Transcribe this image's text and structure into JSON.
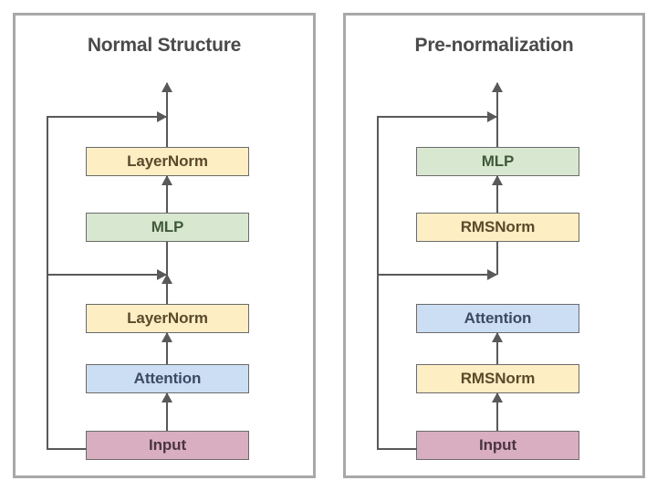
{
  "figure": {
    "background": "#ffffff",
    "line_color": "#595959",
    "panel_border_color": "#a8a8a8",
    "title_color": "#4a4a4a"
  },
  "palette": {
    "norm_fill": "#fdeec4",
    "norm_border": "#6b6b6b",
    "mlp_fill": "#d8e8d0",
    "attention_fill": "#ccdef4",
    "input_fill": "#d9aec1"
  },
  "panels": [
    {
      "id": "normal-structure",
      "title": "Normal Structure",
      "nodes": [
        {
          "label": "LayerNorm",
          "type": "norm",
          "color": "#fdeec4"
        },
        {
          "label": "MLP",
          "type": "mlp",
          "color": "#d8e8d0"
        },
        {
          "label": "LayerNorm",
          "type": "norm",
          "color": "#fdeec4"
        },
        {
          "label": "Attention",
          "type": "attention",
          "color": "#ccdef4"
        },
        {
          "label": "Input",
          "type": "input",
          "color": "#d9aec1"
        }
      ],
      "residual_connections": [
        {
          "from": "Input",
          "to": "post-MLP-output"
        },
        {
          "from": "Input",
          "to": "post-Attention-output"
        }
      ]
    },
    {
      "id": "pre-normalization",
      "title": "Pre-normalization",
      "nodes": [
        {
          "label": "MLP",
          "type": "mlp",
          "color": "#d8e8d0"
        },
        {
          "label": "RMSNorm",
          "type": "norm",
          "color": "#fdeec4"
        },
        {
          "label": "Attention",
          "type": "attention",
          "color": "#ccdef4"
        },
        {
          "label": "RMSNorm",
          "type": "norm",
          "color": "#fdeec4"
        },
        {
          "label": "Input",
          "type": "input",
          "color": "#d9aec1"
        }
      ],
      "residual_connections": [
        {
          "from": "Input",
          "to": "post-MLP-output"
        },
        {
          "from": "Input",
          "to": "post-Attention-output"
        }
      ]
    }
  ]
}
